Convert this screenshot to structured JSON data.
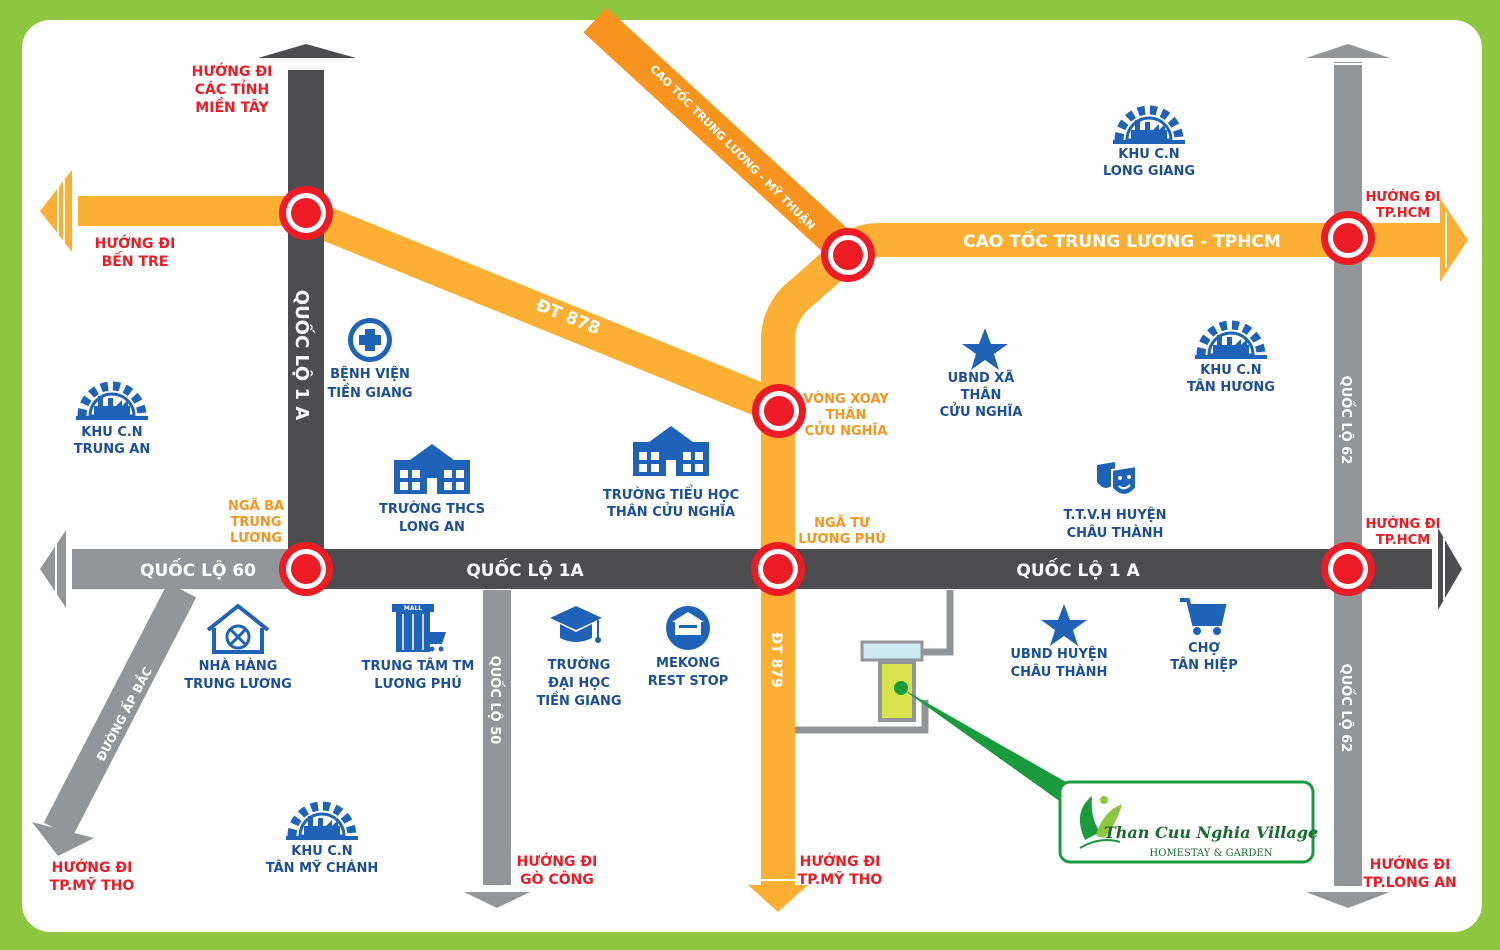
{
  "colors": {
    "frame": "#8dc63f",
    "background": "#ffffff",
    "road_dark": "#4d4d4f",
    "road_grey": "#939598",
    "road_yellow": "#fbb034",
    "road_orange": "#f7941d",
    "marker_red": "#ed1c24",
    "label_red": "#ed1c24",
    "label_orange": "#f7941d",
    "label_blue": "#1b4f9c",
    "poi_blue": "#1e63b8",
    "brand_green": "#1a9c3e",
    "plot_yellow": "#d7e34a"
  },
  "roads": {
    "ql1a_vertical": "QUỐC LỘ 1 A",
    "ql60": "QUỐC LỘ 60",
    "ql1a_mid": "QUỐC LỘ 1A",
    "ql1a_east": "QUỐC LỘ 1 A",
    "dt878": "ĐT 878",
    "cao_toc_tl_mt": "CAO TỐC TRUNG LƯƠNG - MỸ THUẬN",
    "cao_toc_tl_hcm": "CAO TỐC TRUNG LƯƠNG - TPHCM",
    "ql62_upper": "QUỐC LỘ 62",
    "ql62_lower": "QUỐC LỘ 62",
    "ql50": "QUỐC LỘ 50",
    "dt879": "ĐT 879",
    "ap_bac": "ĐƯỜNG ẤP BẮC"
  },
  "directions": {
    "mien_tay": [
      "HƯỚNG ĐI",
      "CÁC TỈNH",
      "MIỀN TÂY"
    ],
    "ben_tre": [
      "HƯỚNG ĐI",
      "BẾN TRE"
    ],
    "hcm_top": [
      "HƯỚNG ĐI",
      "TP.HCM"
    ],
    "hcm_mid": [
      "HƯỚNG ĐI",
      "TP.HCM"
    ],
    "my_tho_left": [
      "HƯỚNG ĐI",
      "TP.MỸ THO"
    ],
    "go_cong": [
      "HƯỚNG ĐI",
      "GÒ CÔNG"
    ],
    "my_tho_mid": [
      "HƯỚNG ĐI",
      "TP.MỸ THO"
    ],
    "long_an": [
      "HƯỚNG ĐI",
      "TP.LONG AN"
    ]
  },
  "junctions": {
    "nga_ba_trung_luong": [
      "NGÃ BA",
      "TRUNG",
      "LƯƠNG"
    ],
    "vong_xoay": [
      "VÒNG XOAY",
      "THÂN",
      "CỬU NGHĨA"
    ],
    "nga_tu_luong_phu": [
      "NGÃ TƯ",
      "LƯƠNG PHÚ"
    ]
  },
  "pois": {
    "kcn_long_giang": [
      "KHU C.N",
      "LONG GIANG"
    ],
    "kcn_trung_an": [
      "KHU C.N",
      "TRUNG AN"
    ],
    "benh_vien": [
      "BỆNH VIỆN",
      "TIỀN GIANG"
    ],
    "thcs_long_an": [
      "TRƯỜNG THCS",
      "LONG AN"
    ],
    "tieu_hoc": [
      "TRƯỜNG TIỂU HỌC",
      "THÂN CỬU NGHĨA"
    ],
    "ubnd_xa": [
      "UBND XÃ",
      "THÂN",
      "CỬU NGHĨA"
    ],
    "kcn_tan_huong": [
      "KHU C.N",
      "TÂN HƯƠNG"
    ],
    "ttvh": [
      "T.T.V.H HUYỆN",
      "CHÂU THÀNH"
    ],
    "nha_hang": [
      "NHÀ HÀNG",
      "TRUNG LƯƠNG"
    ],
    "trung_tam_tm": [
      "TRUNG TÂM TM",
      "LƯƠNG PHÚ"
    ],
    "dai_hoc": [
      "TRƯỜNG",
      "ĐẠI HỌC",
      "TIỀN GIANG"
    ],
    "mekong": [
      "MEKONG",
      "REST STOP"
    ],
    "ubnd_huyen": [
      "UBND HUYỆN",
      "CHÂU THÀNH"
    ],
    "cho_tan_hiep": [
      "CHỢ",
      "TÂN HIỆP"
    ],
    "kcn_tan_my_chanh": [
      "KHU C.N",
      "TÂN MỸ CHÁNH"
    ],
    "mall_sign": "MALL"
  },
  "brand": {
    "name": "Than Cuu Nghia Village",
    "tagline": "HOMESTAY & GARDEN"
  }
}
